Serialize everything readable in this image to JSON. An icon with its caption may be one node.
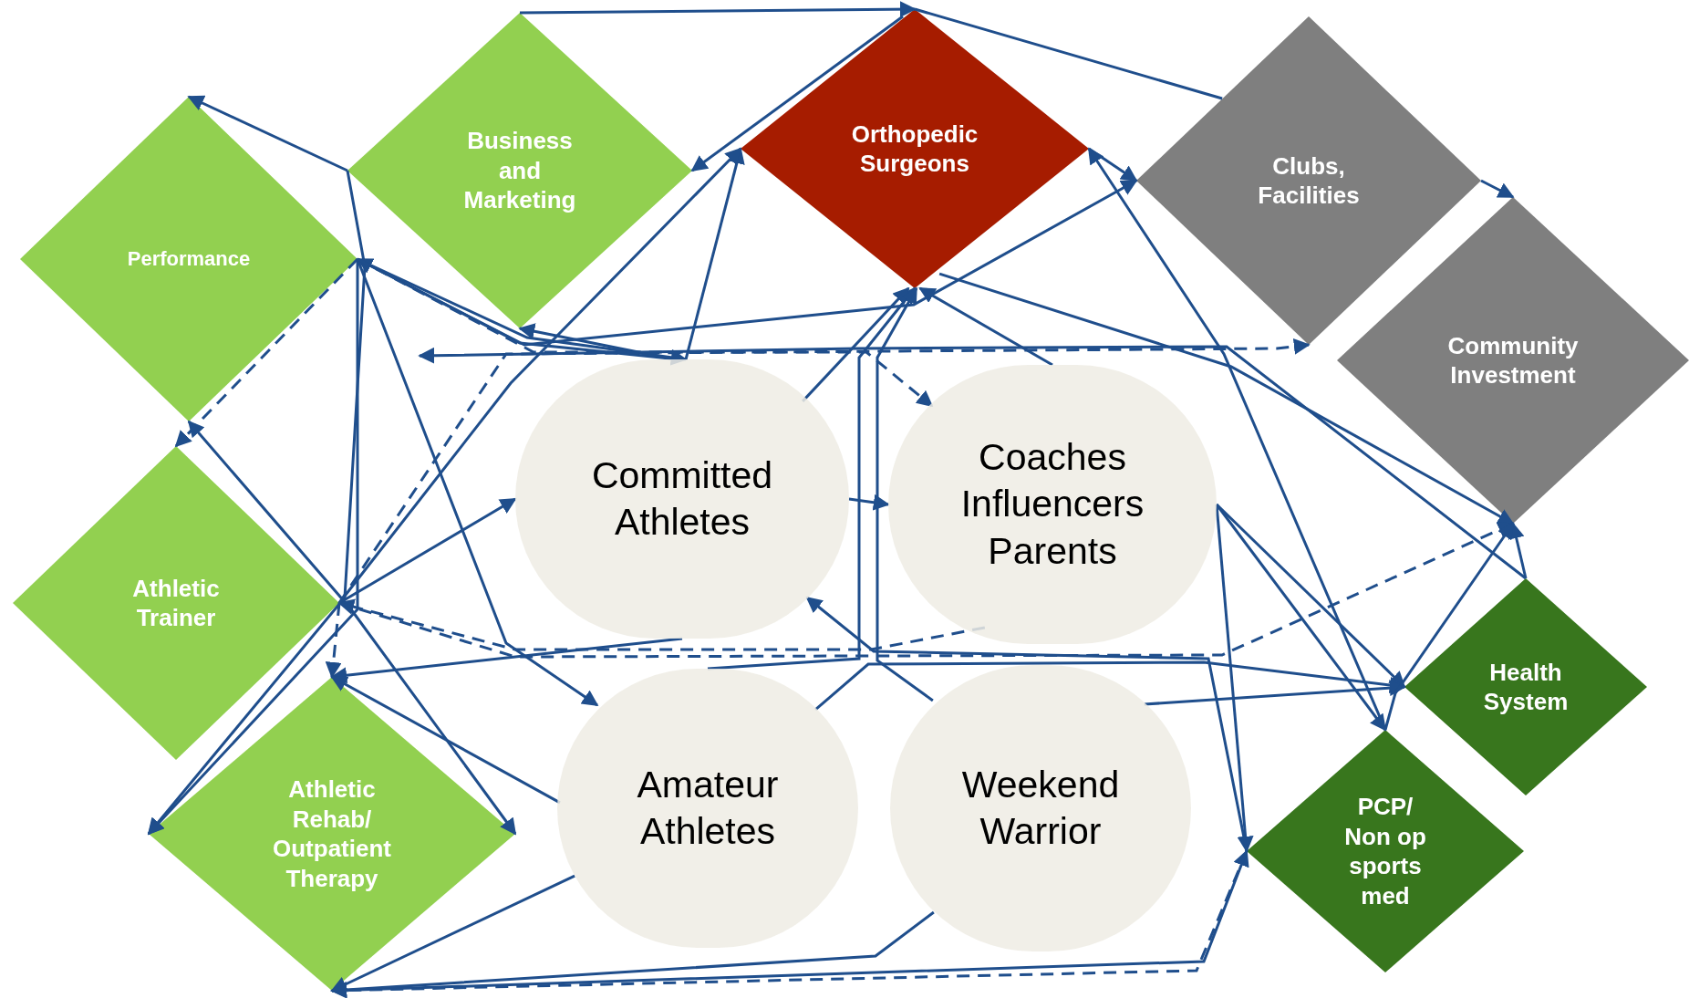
{
  "diagram": {
    "nodes": [
      {
        "text": [
          "Performance"
        ]
      },
      {
        "text": [
          "Business and Marketing"
        ]
      },
      {
        "text": [
          "Orthopedic Surgeons"
        ]
      },
      {
        "text": [
          "Clubs, Facilities"
        ]
      },
      {
        "text": [
          "Community Investment"
        ]
      },
      {
        "text": [
          "Committed Athletes"
        ]
      },
      {
        "text": [
          "Coaches Influencers Parents"
        ]
      },
      {
        "text": [
          "Athletic Trainer"
        ]
      },
      {
        "text": [
          "Athletic Rehab/ Outpatient Therapy"
        ]
      },
      {
        "text": [
          "Amateur Athletes"
        ]
      },
      {
        "text": [
          "Weekend Warrior"
        ]
      },
      {
        "text": [
          "Health System"
        ]
      },
      {
        "text": [
          "PCP/ Non op sports med"
        ]
      }
    ],
    "edges": [
      {
        "from": 1,
        "to": 2,
        "arrow": "to"
      },
      {
        "from": 2,
        "to": 3,
        "arrow": "none"
      },
      {
        "from": 1,
        "to": 0,
        "arrow": "to"
      },
      {
        "from": 2,
        "to": 1,
        "arrow": "to"
      },
      {
        "from": 0,
        "to": 3,
        "arrow": "to"
      },
      {
        "from": 2,
        "to": 3,
        "arrow": "to"
      },
      {
        "from": 12,
        "to": 2,
        "arrow": "to"
      },
      {
        "from": 3,
        "to": 4,
        "arrow": "to"
      },
      {
        "from": 2,
        "to": 4,
        "arrow": "to"
      },
      {
        "from": 0,
        "to": 7,
        "arrow": "to",
        "style": "dashed"
      },
      {
        "from": 8,
        "to": 0,
        "arrow": "both"
      },
      {
        "from": 1,
        "to": 8,
        "arrow": "to"
      },
      {
        "from": 0,
        "to": 8,
        "arrow": "to"
      },
      {
        "from": 0,
        "to": 9,
        "arrow": "to"
      },
      {
        "from": 5,
        "to": 0,
        "arrow": "to"
      },
      {
        "from": 5,
        "to": 1,
        "arrow": "to"
      },
      {
        "from": 0,
        "to": 5,
        "arrow": "to"
      },
      {
        "from": 0,
        "to": 6,
        "arrow": "to",
        "style": "dashed"
      },
      {
        "from": 5,
        "to": 2,
        "arrow": "to"
      },
      {
        "from": 7,
        "to": 2,
        "arrow": "to"
      },
      {
        "from": 7,
        "to": 5,
        "arrow": "to"
      },
      {
        "from": 6,
        "to": 7,
        "arrow": "to",
        "style": "dashed"
      },
      {
        "from": 5,
        "to": 6,
        "arrow": "to"
      },
      {
        "from": 7,
        "to": 8,
        "arrow": "to",
        "style": "dashed"
      },
      {
        "from": 5,
        "to": 8,
        "arrow": "to"
      },
      {
        "from": 7,
        "to": 4,
        "arrow": "to",
        "style": "dashed"
      },
      {
        "from": 9,
        "to": 2,
        "arrow": "to"
      },
      {
        "from": 5,
        "to": 2,
        "arrow": "to"
      },
      {
        "from": 6,
        "to": 2,
        "arrow": "to"
      },
      {
        "from": 10,
        "to": 2,
        "arrow": "to"
      },
      {
        "from": 6,
        "to": 12,
        "arrow": "to"
      },
      {
        "from": 6,
        "to": 11,
        "arrow": "to"
      },
      {
        "from": 9,
        "to": 11,
        "arrow": "to"
      },
      {
        "from": 10,
        "to": 11,
        "arrow": "to"
      },
      {
        "from": 11,
        "to": 4,
        "arrow": "to"
      },
      {
        "from": 12,
        "to": 4,
        "arrow": "to"
      },
      {
        "from": 6,
        "to": 12,
        "arrow": "to"
      },
      {
        "from": 11,
        "to": null,
        "arrow": "to"
      },
      {
        "from": 8,
        "to": 12,
        "arrow": "to"
      },
      {
        "from": 12,
        "to": 8,
        "arrow": "to",
        "style": "dashed"
      },
      {
        "from": 10,
        "to": 8,
        "arrow": "to"
      },
      {
        "from": 9,
        "to": 8,
        "arrow": "to"
      },
      {
        "from": 9,
        "to": 8,
        "arrow": "to"
      },
      {
        "from": 12,
        "to": 5,
        "arrow": "to"
      },
      {
        "from": 7,
        "to": 3,
        "arrow": "to",
        "style": "dashed"
      }
    ]
  }
}
